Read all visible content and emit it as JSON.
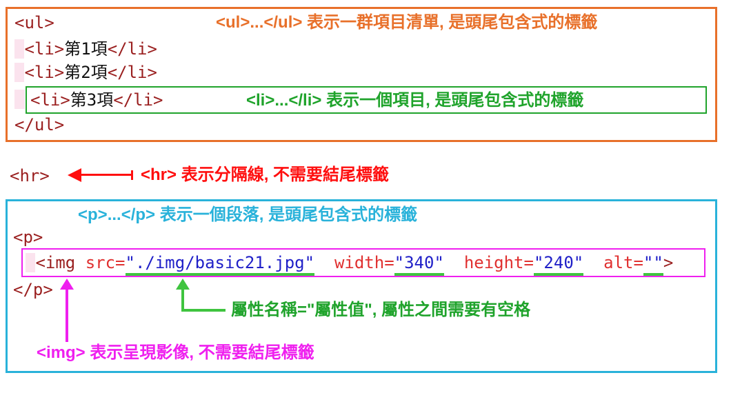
{
  "colors": {
    "orange": "#E8702A",
    "green": "#1FA32B",
    "bright_green": "#3FC43F",
    "red": "#FF0E0E",
    "cyan": "#29B2DA",
    "magenta": "#EF1FEF",
    "tag": "#9A1F1F",
    "attr_name": "#E03030",
    "attr_value": "#2020C8",
    "code_text": "#111111",
    "indent_pink": "#FBE3EE"
  },
  "ul_box": {
    "open": "<ul>",
    "indent": " ",
    "items": [
      {
        "open": "<li>",
        "text": "第1項",
        "close": "</li>"
      },
      {
        "open": "<li>",
        "text": "第2項",
        "close": "</li>"
      },
      {
        "open": "<li>",
        "text": "第3項",
        "close": "</li>"
      }
    ],
    "close": "</ul>",
    "ul_annotation": {
      "tag": "<ul>...</ul>",
      "desc": " 表示一群項目清單, 是頭尾包含式的標籤"
    },
    "li_annotation": {
      "tag": "<li>...</li>",
      "desc": " 表示一個項目, 是頭尾包含式的標籤"
    }
  },
  "hr_row": {
    "code": "<hr>",
    "annotation": {
      "tag": "<hr>",
      "desc": " 表示分隔線, 不需要結尾標籤"
    }
  },
  "p_box": {
    "p_annotation": {
      "tag": "<p>...</p>",
      "desc": " 表示一個段落, 是頭尾包含式的標籤"
    },
    "open": "<p>",
    "close": "</p>",
    "img": {
      "indent": " ",
      "tag_open": "<img ",
      "src_name": "src=",
      "src_value": "\"./img/basic21.jpg\"",
      "sp1": "  ",
      "width_name": "width=",
      "width_value": "\"340\"",
      "sp2": "  ",
      "height_name": "height=",
      "height_value": "\"240\"",
      "sp3": "  ",
      "alt_name": "alt=",
      "alt_value": "\"\"",
      "tag_close": ">"
    },
    "attr_annotation": "屬性名稱=\"屬性值\", 屬性之間需要有空格",
    "img_annotation": {
      "tag": "<img>",
      "desc": " 表示呈現影像, 不需要結尾標籤"
    }
  }
}
